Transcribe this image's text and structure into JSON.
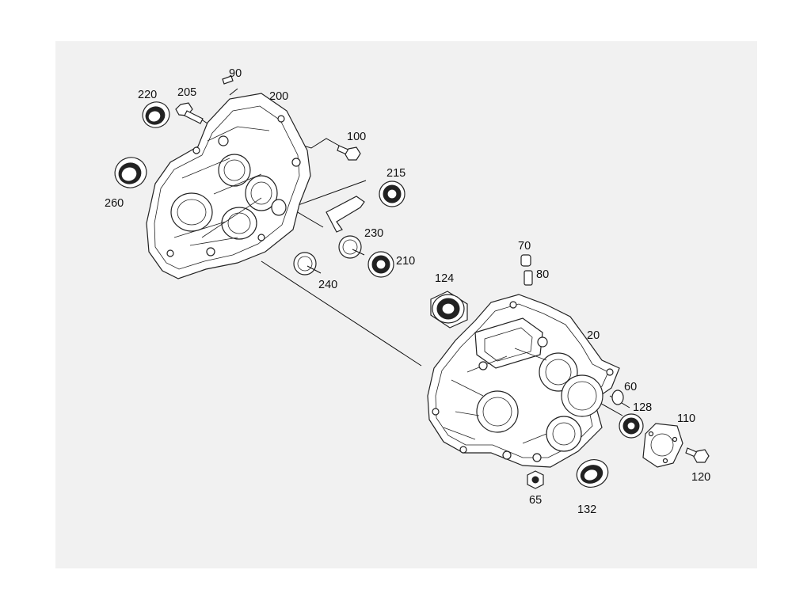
{
  "diagram": {
    "callouts": {
      "c20": "20",
      "c60": "60",
      "c65": "65",
      "c70": "70",
      "c80": "80",
      "c90": "90",
      "c100": "100",
      "c110": "110",
      "c120": "120",
      "c124": "124",
      "c128": "128",
      "c132": "132",
      "c200": "200",
      "c205": "205",
      "c210": "210",
      "c215": "215",
      "c220": "220",
      "c230": "230",
      "c240": "240",
      "c260": "260"
    }
  }
}
